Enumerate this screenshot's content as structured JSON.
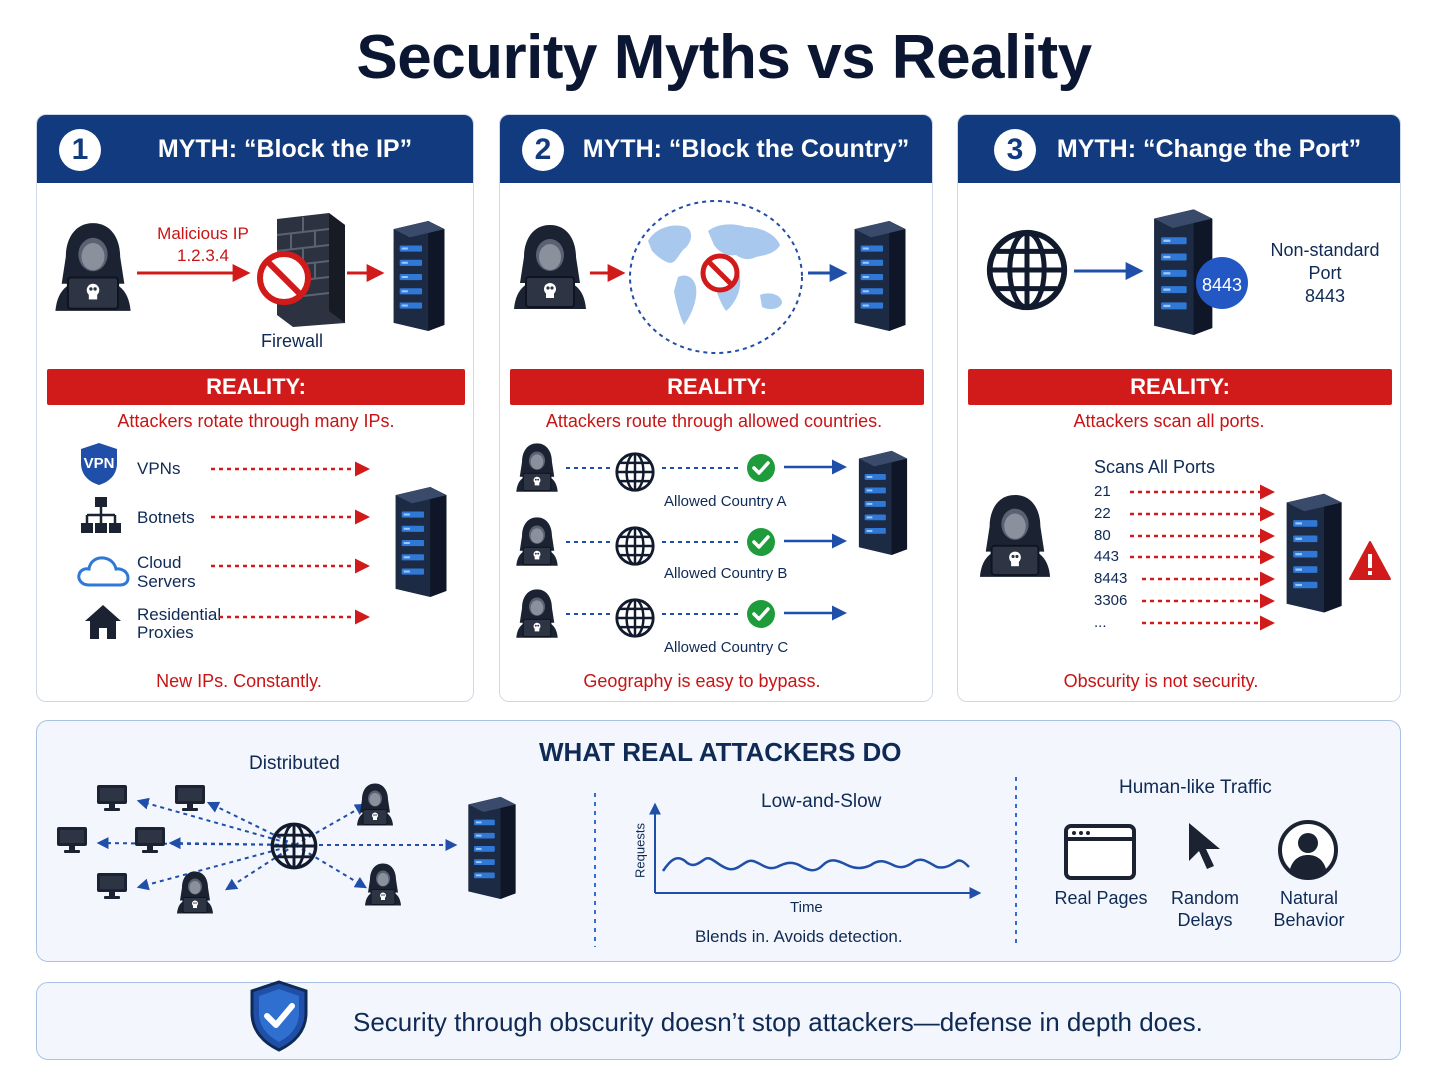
{
  "title": "Security Myths vs Reality",
  "myths": [
    {
      "number": "1",
      "heading": "MYTH: “Block the IP”",
      "ip_label": "Malicious IP",
      "ip_value": "1.2.3.4",
      "firewall_label": "Firewall",
      "reality_label": "REALITY:",
      "reality_text": "Attackers rotate through many IPs.",
      "sources": [
        "VPNs",
        "Botnets",
        "Cloud Servers",
        "Residential Proxies"
      ],
      "vpn_badge": "VPN",
      "footer": "New IPs. Constantly."
    },
    {
      "number": "2",
      "heading": "MYTH: “Block the Country”",
      "reality_label": "REALITY:",
      "reality_text": "Attackers route through allowed countries.",
      "countries": [
        "Allowed Country A",
        "Allowed Country B",
        "Allowed Country C"
      ],
      "footer": "Geography is easy to bypass."
    },
    {
      "number": "3",
      "heading": "MYTH: “Change the Port”",
      "port_badge": "8443",
      "port_label": [
        "Non-standard",
        "Port",
        "8443"
      ],
      "reality_label": "REALITY:",
      "reality_text": "Attackers scan all ports.",
      "scan_title": "Scans All Ports",
      "ports": [
        "21",
        "22",
        "80",
        "443",
        "8443",
        "3306",
        "..."
      ],
      "footer": "Obscurity is not security."
    }
  ],
  "attackers": {
    "heading": "WHAT REAL ATTACKERS DO",
    "distributed_label": "Distributed",
    "low_slow": {
      "title": "Low-and-Slow",
      "ylabel": "Requests",
      "xlabel": "Time",
      "caption": "Blends in. Avoids detection."
    },
    "human_like": {
      "title": "Human-like Traffic",
      "items": [
        "Real Pages",
        "Random Delays",
        "Natural Behavior"
      ]
    }
  },
  "bottom_message": "Security through obscurity doesn’t stop attackers—defense in depth does.",
  "colors": {
    "navy": "#123a7e",
    "red": "#d11a1a",
    "accent_blue": "#1f4fa8",
    "green": "#1e9b3a"
  }
}
